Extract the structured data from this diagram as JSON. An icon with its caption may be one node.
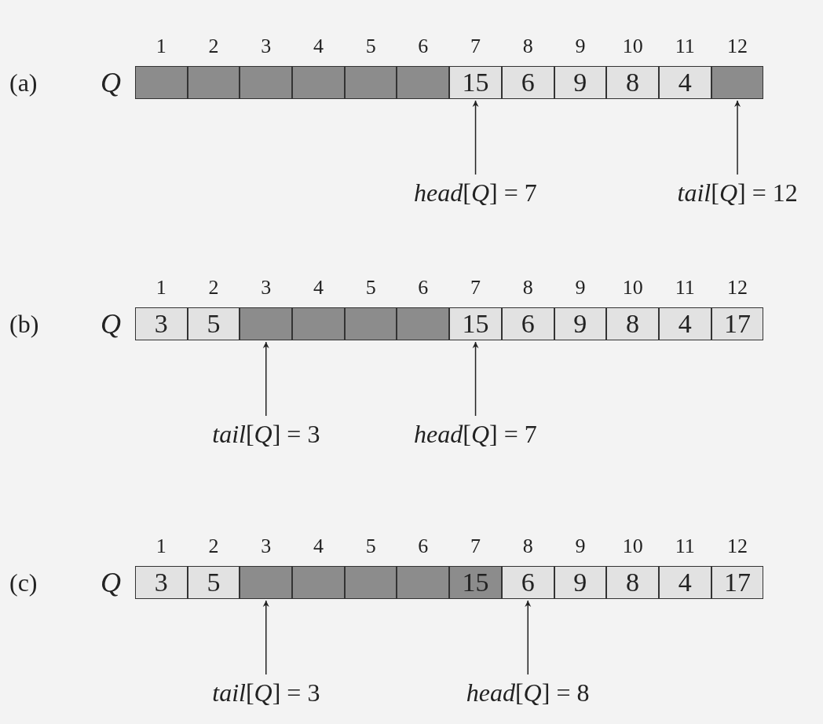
{
  "diagram": {
    "nodes": [
      {
        "text": [
          "*Q*"
        ]
      },
      {
        "text": [],
        "shape": "box",
        "in": 0,
        "beside": [
          "1"
        ]
      },
      {
        "text": [],
        "shape": "box",
        "in": 0,
        "beside": [
          "2"
        ]
      },
      {
        "text": [],
        "shape": "box",
        "in": 0,
        "beside": [
          "3"
        ]
      },
      {
        "text": [],
        "shape": "box",
        "in": 0,
        "beside": [
          "4"
        ]
      },
      {
        "text": [],
        "shape": "box",
        "in": 0,
        "beside": [
          "5"
        ]
      },
      {
        "text": [],
        "shape": "box",
        "in": 0,
        "beside": [
          "6"
        ]
      },
      {
        "text": [
          "15"
        ],
        "in": 0,
        "beside": [
          "7"
        ]
      },
      {
        "text": [
          "6"
        ],
        "in": 0,
        "beside": [
          "8"
        ]
      },
      {
        "text": [
          "9"
        ],
        "in": 0,
        "beside": [
          "9"
        ]
      },
      {
        "text": [
          "8"
        ],
        "in": 0,
        "beside": [
          "10"
        ]
      },
      {
        "text": [
          "4"
        ],
        "in": 0,
        "beside": [
          "11"
        ]
      },
      {
        "text": [],
        "shape": "box",
        "in": 0,
        "beside": [
          "12"
        ]
      },
      {
        "text": [
          "*head*[*Q*] = 7"
        ]
      },
      {
        "text": [
          "*tail*[*Q*] = 12"
        ]
      },
      {
        "text": [
          "*Q*"
        ]
      },
      {
        "text": [
          "3"
        ],
        "in": 15,
        "beside": [
          "1"
        ]
      },
      {
        "text": [
          "5"
        ],
        "in": 15,
        "beside": [
          "2"
        ]
      },
      {
        "text": [],
        "shape": "box",
        "in": 15,
        "beside": [
          "3"
        ]
      },
      {
        "text": [],
        "shape": "box",
        "in": 15,
        "beside": [
          "4"
        ]
      },
      {
        "text": [],
        "shape": "box",
        "in": 15,
        "beside": [
          "5"
        ]
      },
      {
        "text": [],
        "shape": "box",
        "in": 15,
        "beside": [
          "6"
        ]
      },
      {
        "text": [
          "15"
        ],
        "in": 15,
        "beside": [
          "7"
        ]
      },
      {
        "text": [
          "6"
        ],
        "in": 15,
        "beside": [
          "8"
        ]
      },
      {
        "text": [
          "9"
        ],
        "in": 15,
        "beside": [
          "9"
        ]
      },
      {
        "text": [
          "8"
        ],
        "in": 15,
        "beside": [
          "10"
        ]
      },
      {
        "text": [
          "4"
        ],
        "in": 15,
        "beside": [
          "11"
        ]
      },
      {
        "text": [
          "17"
        ],
        "in": 15,
        "beside": [
          "12"
        ]
      },
      {
        "text": [
          "*tail*[*Q*] = 3"
        ]
      },
      {
        "text": [
          "*head*[*Q*] = 7"
        ]
      },
      {
        "text": [
          "*Q*"
        ]
      },
      {
        "text": [
          "3"
        ],
        "in": 30,
        "beside": [
          "1"
        ]
      },
      {
        "text": [
          "5"
        ],
        "in": 30,
        "beside": [
          "2"
        ]
      },
      {
        "text": [],
        "shape": "box",
        "in": 30,
        "beside": [
          "3"
        ]
      },
      {
        "text": [],
        "shape": "box",
        "in": 30,
        "beside": [
          "4"
        ]
      },
      {
        "text": [],
        "shape": "box",
        "in": 30,
        "beside": [
          "5"
        ]
      },
      {
        "text": [],
        "shape": "box",
        "in": 30,
        "beside": [
          "6"
        ]
      },
      {
        "text": [
          "15"
        ],
        "in": 30,
        "beside": [
          "7"
        ]
      },
      {
        "text": [
          "6"
        ],
        "in": 30,
        "beside": [
          "8"
        ]
      },
      {
        "text": [
          "9"
        ],
        "in": 30,
        "beside": [
          "9"
        ]
      },
      {
        "text": [
          "8"
        ],
        "in": 30,
        "beside": [
          "10"
        ]
      },
      {
        "text": [
          "4"
        ],
        "in": 30,
        "beside": [
          "11"
        ]
      },
      {
        "text": [
          "17"
        ],
        "in": 30,
        "beside": [
          "12"
        ]
      },
      {
        "text": [
          "*tail*[*Q*] = 3"
        ]
      },
      {
        "text": [
          "*head*[*Q*] = 8"
        ]
      }
    ],
    "edges": [
      {
        "from": 13,
        "to": 7,
        "arrow": "to"
      },
      {
        "from": 14,
        "to": 12,
        "arrow": "to"
      },
      {
        "from": 28,
        "to": 18,
        "arrow": "to"
      },
      {
        "from": 29,
        "to": 22,
        "arrow": "to"
      },
      {
        "from": 43,
        "to": 33,
        "arrow": "to"
      },
      {
        "from": 44,
        "to": 38,
        "arrow": "to"
      }
    ],
    "labels": [
      "(a)",
      "(b)",
      "(c)"
    ]
  }
}
